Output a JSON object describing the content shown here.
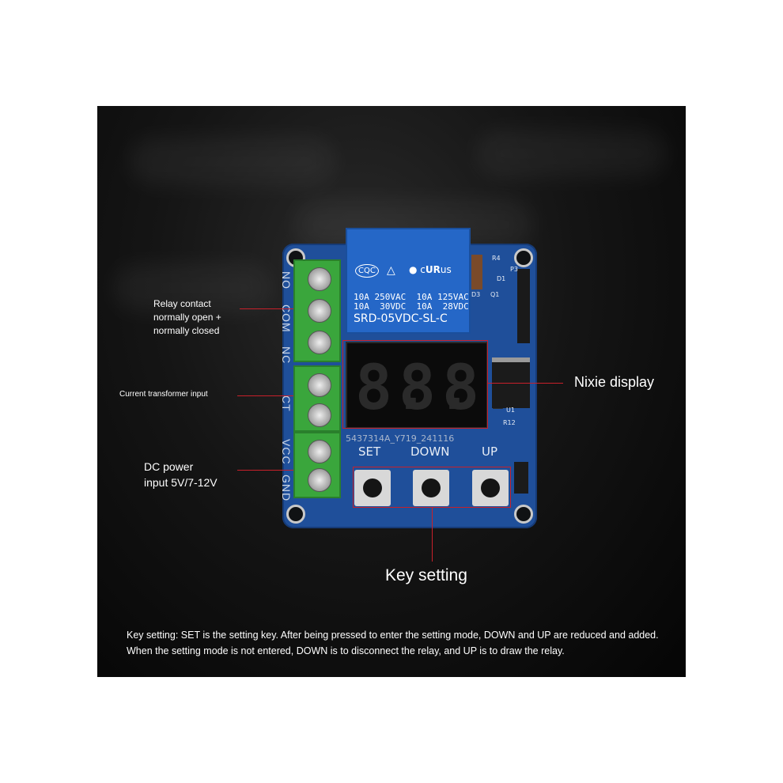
{
  "labels": {
    "relay_contact": "Relay contact\nnormally open +\nnormally closed",
    "current_transformer": "Current transformer input",
    "dc_power": "DC power\ninput 5V/7-12V",
    "nixie_display": "Nixie display",
    "key_setting": "Key setting"
  },
  "description": "Key setting: SET is the setting key. After being pressed to enter the setting mode, DOWN and UP are reduced and added. When the setting mode is not entered, DOWN is to disconnect the relay, and UP is to draw the relay.",
  "board": {
    "relay_logo_cqc": "CQC",
    "relay_rating": "10A 250VAC  10A 125VAC\n10A  30VDC  10A  28VDC",
    "relay_model": "SRD-05VDC-SL-C",
    "pcb_code": "5437314A_Y719_241116",
    "display_digits": [
      "8.",
      "8.",
      "8."
    ],
    "pins": [
      "NO",
      "COM",
      "NC",
      "CT",
      "VCC",
      "GND"
    ],
    "buttons": [
      "SET",
      "DOWN",
      "UP"
    ],
    "silk_small": [
      "R4",
      "D1",
      "Q1",
      "P3",
      "D3",
      "U1",
      "R12"
    ]
  },
  "colors": {
    "pcb": "#1f4f9a",
    "terminal": "#3aa63c",
    "relay": "#2567c7",
    "callout_line": "#c8202a",
    "background": "#0d0d0d"
  }
}
